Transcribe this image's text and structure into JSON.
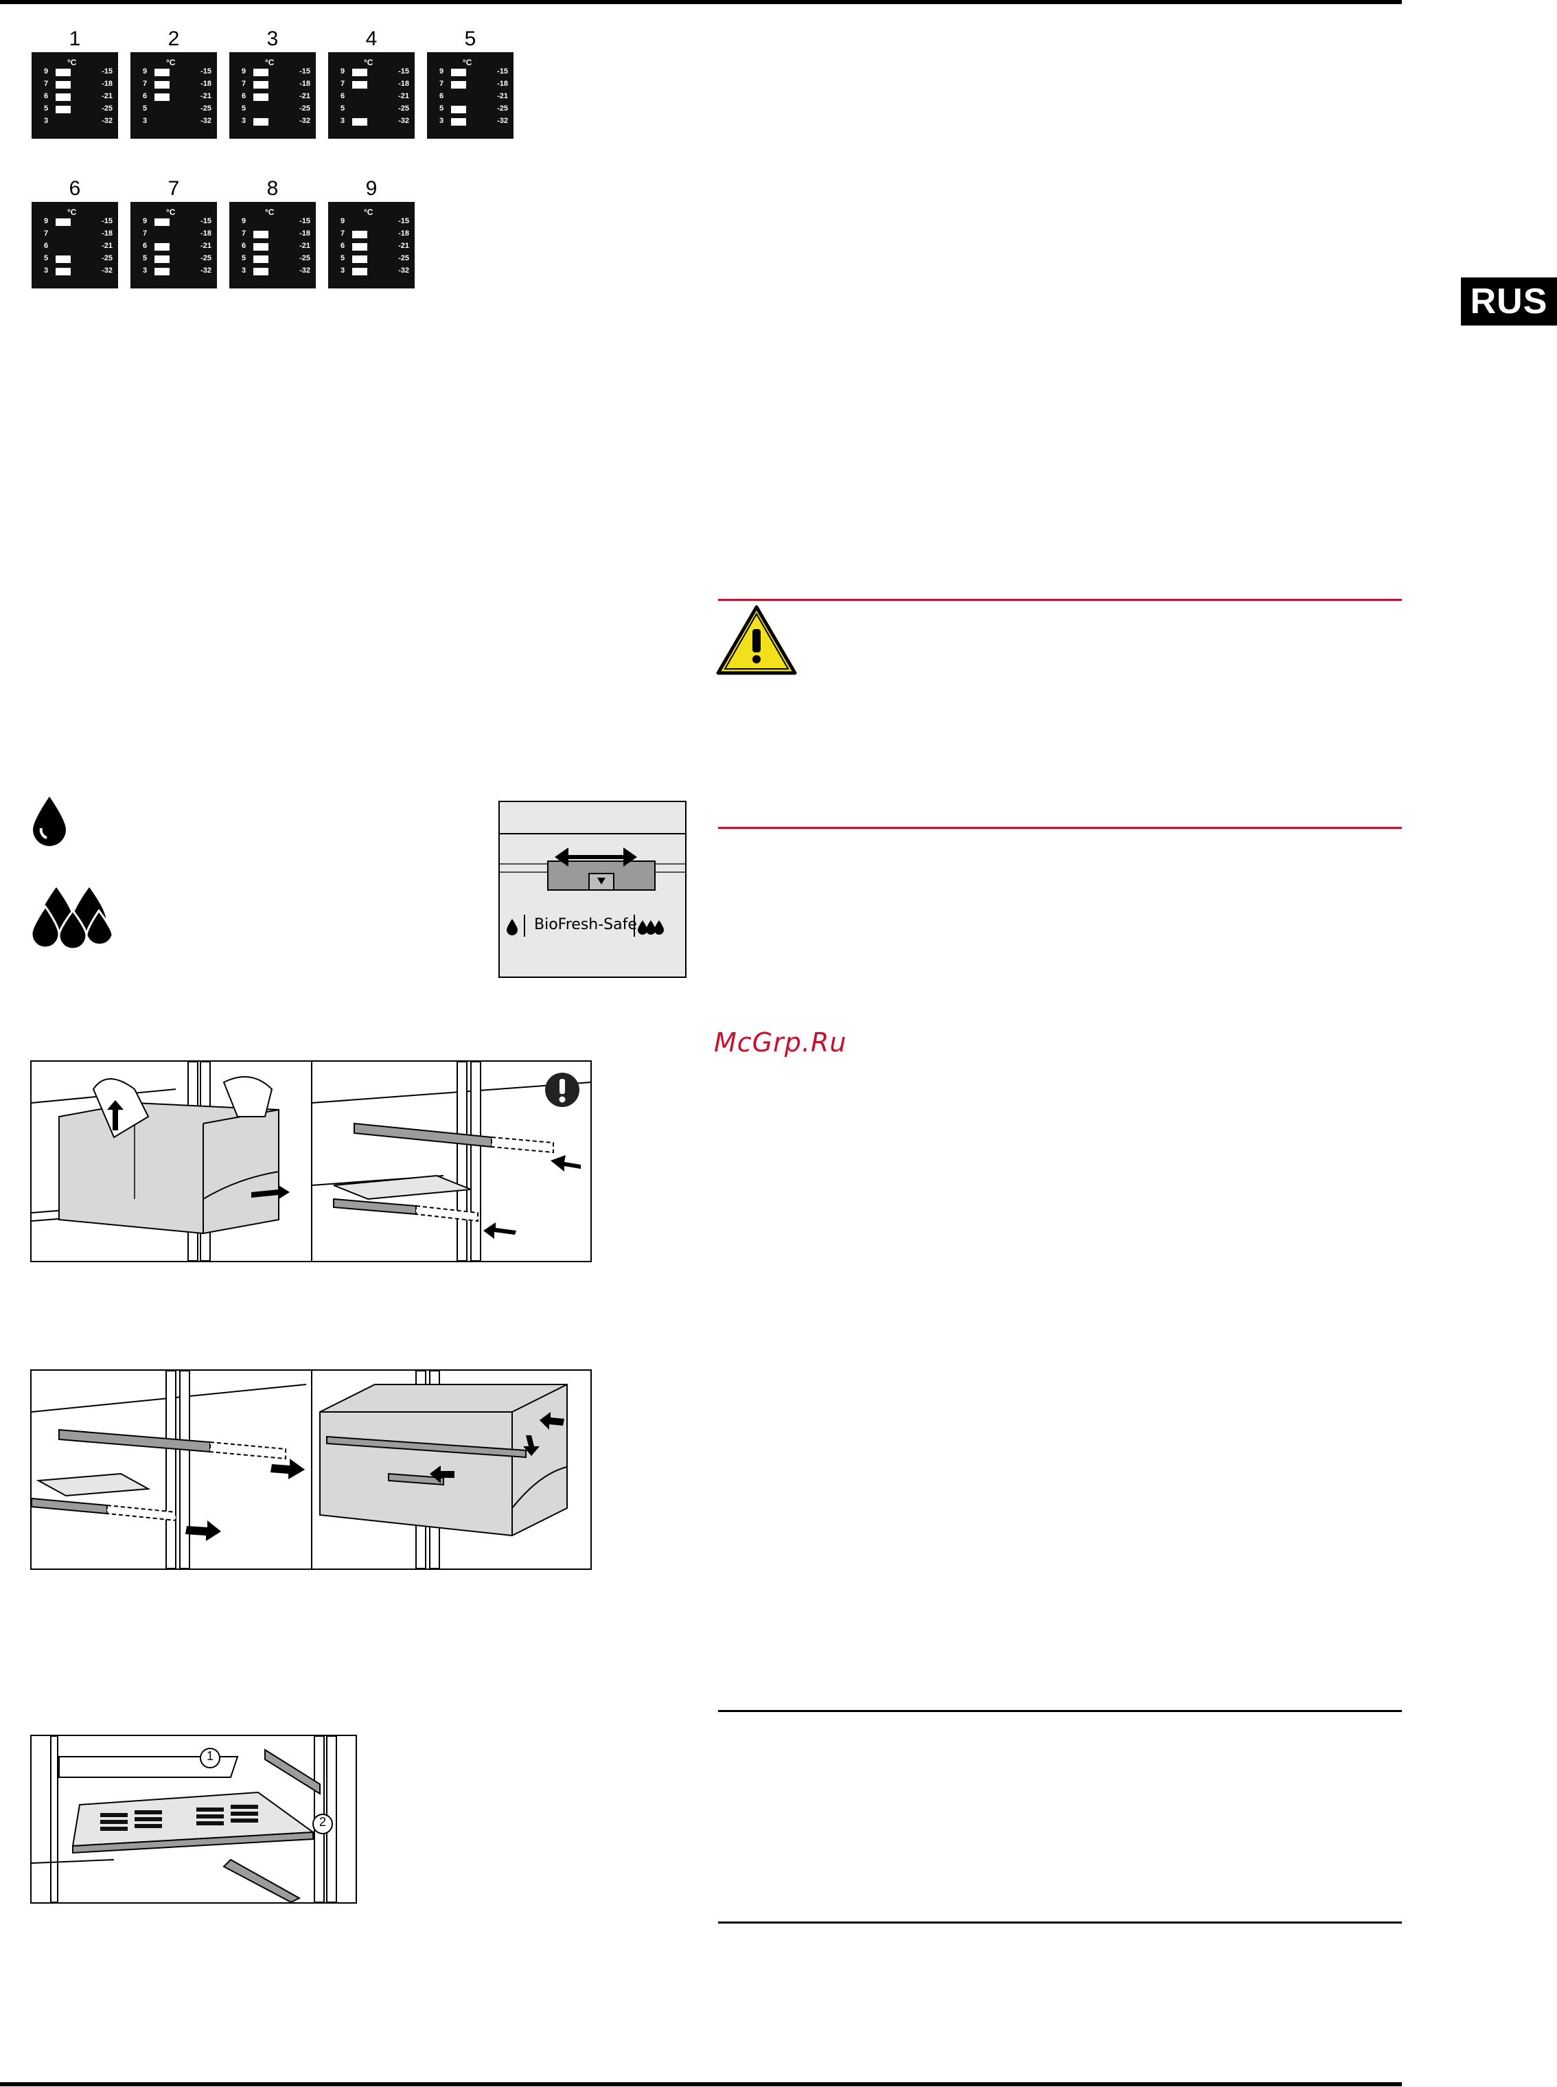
{
  "language_tab": "RUS",
  "watermark": "McGrp.Ru",
  "display_panels": {
    "unit": "°C",
    "levels": [
      "9",
      "7",
      "6",
      "5",
      "3"
    ],
    "temps": [
      "-15",
      "-18",
      "-21",
      "-25",
      "-32"
    ],
    "panels": [
      {
        "number": "1",
        "segments": [
          1,
          1,
          1,
          1,
          0
        ]
      },
      {
        "number": "2",
        "segments": [
          1,
          1,
          1,
          0,
          0
        ]
      },
      {
        "number": "3",
        "segments": [
          1,
          1,
          1,
          0,
          1
        ]
      },
      {
        "number": "4",
        "segments": [
          1,
          1,
          0,
          0,
          1
        ]
      },
      {
        "number": "5",
        "segments": [
          1,
          1,
          0,
          1,
          1
        ]
      },
      {
        "number": "6",
        "segments": [
          1,
          0,
          0,
          1,
          1
        ]
      },
      {
        "number": "7",
        "segments": [
          1,
          0,
          1,
          1,
          1
        ]
      },
      {
        "number": "8",
        "segments": [
          0,
          1,
          1,
          1,
          1
        ]
      },
      {
        "number": "9",
        "segments": [
          0,
          1,
          1,
          1,
          1
        ]
      }
    ]
  },
  "biofresh": {
    "label": "BioFresh-Safe"
  },
  "figure_callouts": {
    "one": "1",
    "two": "2"
  },
  "icons": {
    "warning": "warning-triangle-icon",
    "single_drop": "single-drop-icon",
    "multi_drop": "multi-drop-icon",
    "attention": "exclamation-circle-icon"
  }
}
